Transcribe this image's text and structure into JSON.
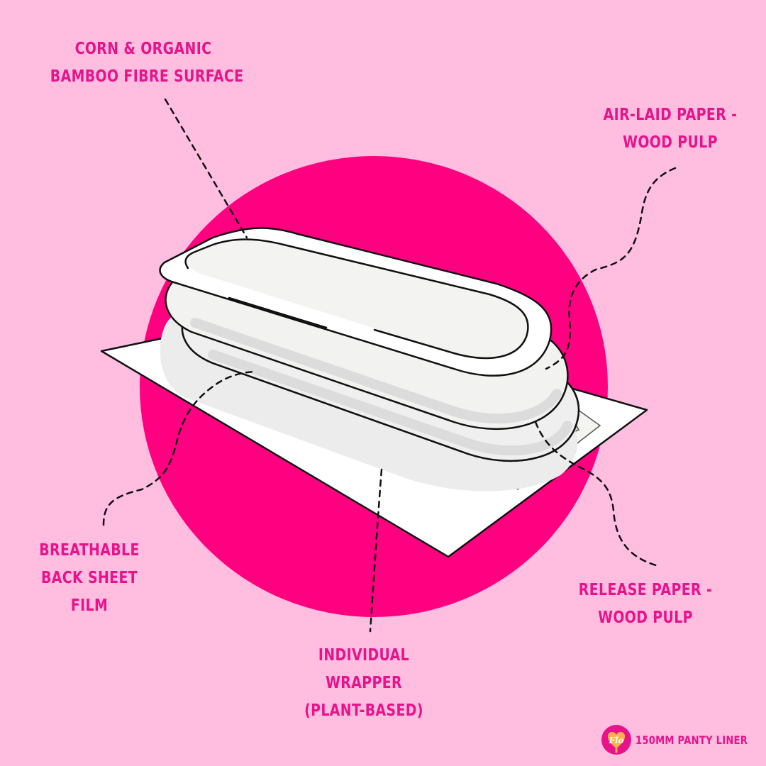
{
  "colors": {
    "background": "#ffbde0",
    "circle": "#ff0080",
    "label_text": "#e8128a",
    "outline": "#111111",
    "pad_white": "#ffffff",
    "pad_grey_light": "#f2f2f0",
    "pad_grey_shadow": "#dcdcdc",
    "adhesive_strip": "#d9d9d4",
    "logo_heart": "#ffb347"
  },
  "diagram": {
    "subject": "Panty liner layered cross-section illustration",
    "labels": {
      "surface": [
        "CORN & ORGANIC",
        "BAMBOO FIBRE SURFACE"
      ],
      "airlaid": [
        "AIR-LAID PAPER -",
        "WOOD PULP"
      ],
      "backsheet": [
        "BREATHABLE",
        "BACK SHEET",
        "FILM"
      ],
      "release": [
        "RELEASE PAPER -",
        "WOOD PULP"
      ],
      "wrapper": [
        "INDIVIDUAL",
        "WRAPPER",
        "(PLANT-BASED)"
      ]
    },
    "icons": {
      "leader_lines": "dashed-leader-line",
      "product": "panty-liner-illustration"
    }
  },
  "brand": {
    "logo_text": "Flo",
    "product_name": "150MM PANTY LINER"
  }
}
